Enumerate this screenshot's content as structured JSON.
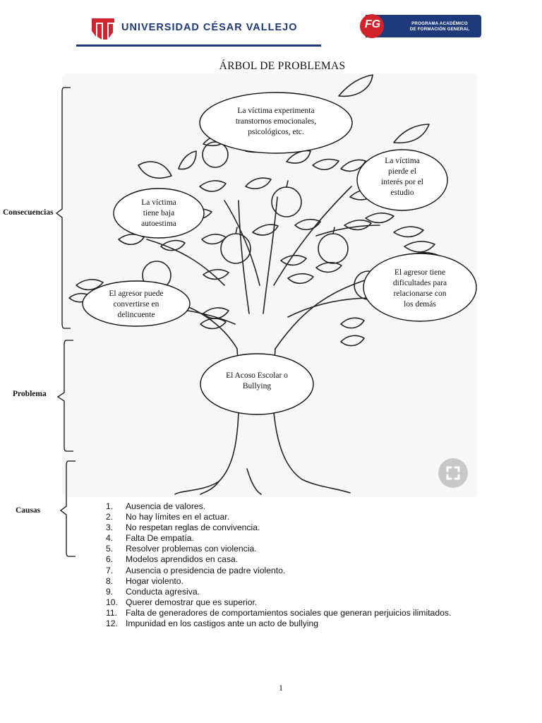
{
  "header": {
    "university_name": "UNIVERSIDAD CÉSAR VALLEJO",
    "badge_letters": "FG",
    "program_line1": "PROGRAMA ACADÉMICO",
    "program_line2": "DE FORMACIÓN GENERAL"
  },
  "title": "ÁRBOL DE  PROBLEMAS",
  "sections": {
    "consequences": "Consecuencias",
    "problem": "Problema",
    "causes": "Causas"
  },
  "consequences": [
    {
      "line1": "La víctima experimenta",
      "line2": "transtornos emocionales,",
      "line3": "psicológicos, etc."
    },
    {
      "line1": "La víctima",
      "line2": "pierde el",
      "line3": "interés por el",
      "line4": "estudio"
    },
    {
      "line1": "La víctima",
      "line2": "tiene baja",
      "line3": "autoestima"
    },
    {
      "line1": "El agresor tiene",
      "line2": "dificultades para",
      "line3": "relacionarse con",
      "line4": "los demás"
    },
    {
      "line1": "El agresor puede",
      "line2": "convertirse en",
      "line3": "delincuente"
    }
  ],
  "problem": {
    "line1": "El Acoso Escolar o",
    "line2": "Bullying"
  },
  "causes": [
    {
      "num": "1.",
      "text": "Ausencia de valores."
    },
    {
      "num": "2.",
      "text": "No hay límites en el actuar."
    },
    {
      "num": "3.",
      "text": "No respetan reglas de convivencia."
    },
    {
      "num": "4.",
      "text": "Falta De empatía."
    },
    {
      "num": "5.",
      "text": "Resolver problemas con violencia."
    },
    {
      "num": "6.",
      "text": "Modelos aprendidos en casa."
    },
    {
      "num": "7.",
      "text": "Ausencia o presidencia de padre violento."
    },
    {
      "num": "8.",
      "text": "Hogar violento."
    },
    {
      "num": "9.",
      "text": "Conducta agresiva."
    },
    {
      "num": "10.",
      "text": "Querer demostrar que es superior."
    },
    {
      "num": "11.",
      "text": "Falta de generadores de comportamientos sociales que generan perjuicios ilimitados."
    },
    {
      "num": "12.",
      "text": "Impunidad en los castigos ante un acto de bullying"
    }
  ],
  "page_number": "1",
  "colors": {
    "brand_blue": "#1f3a7a",
    "brand_red": "#d0232b"
  },
  "icons": {
    "fullscreen": "expand-icon"
  }
}
